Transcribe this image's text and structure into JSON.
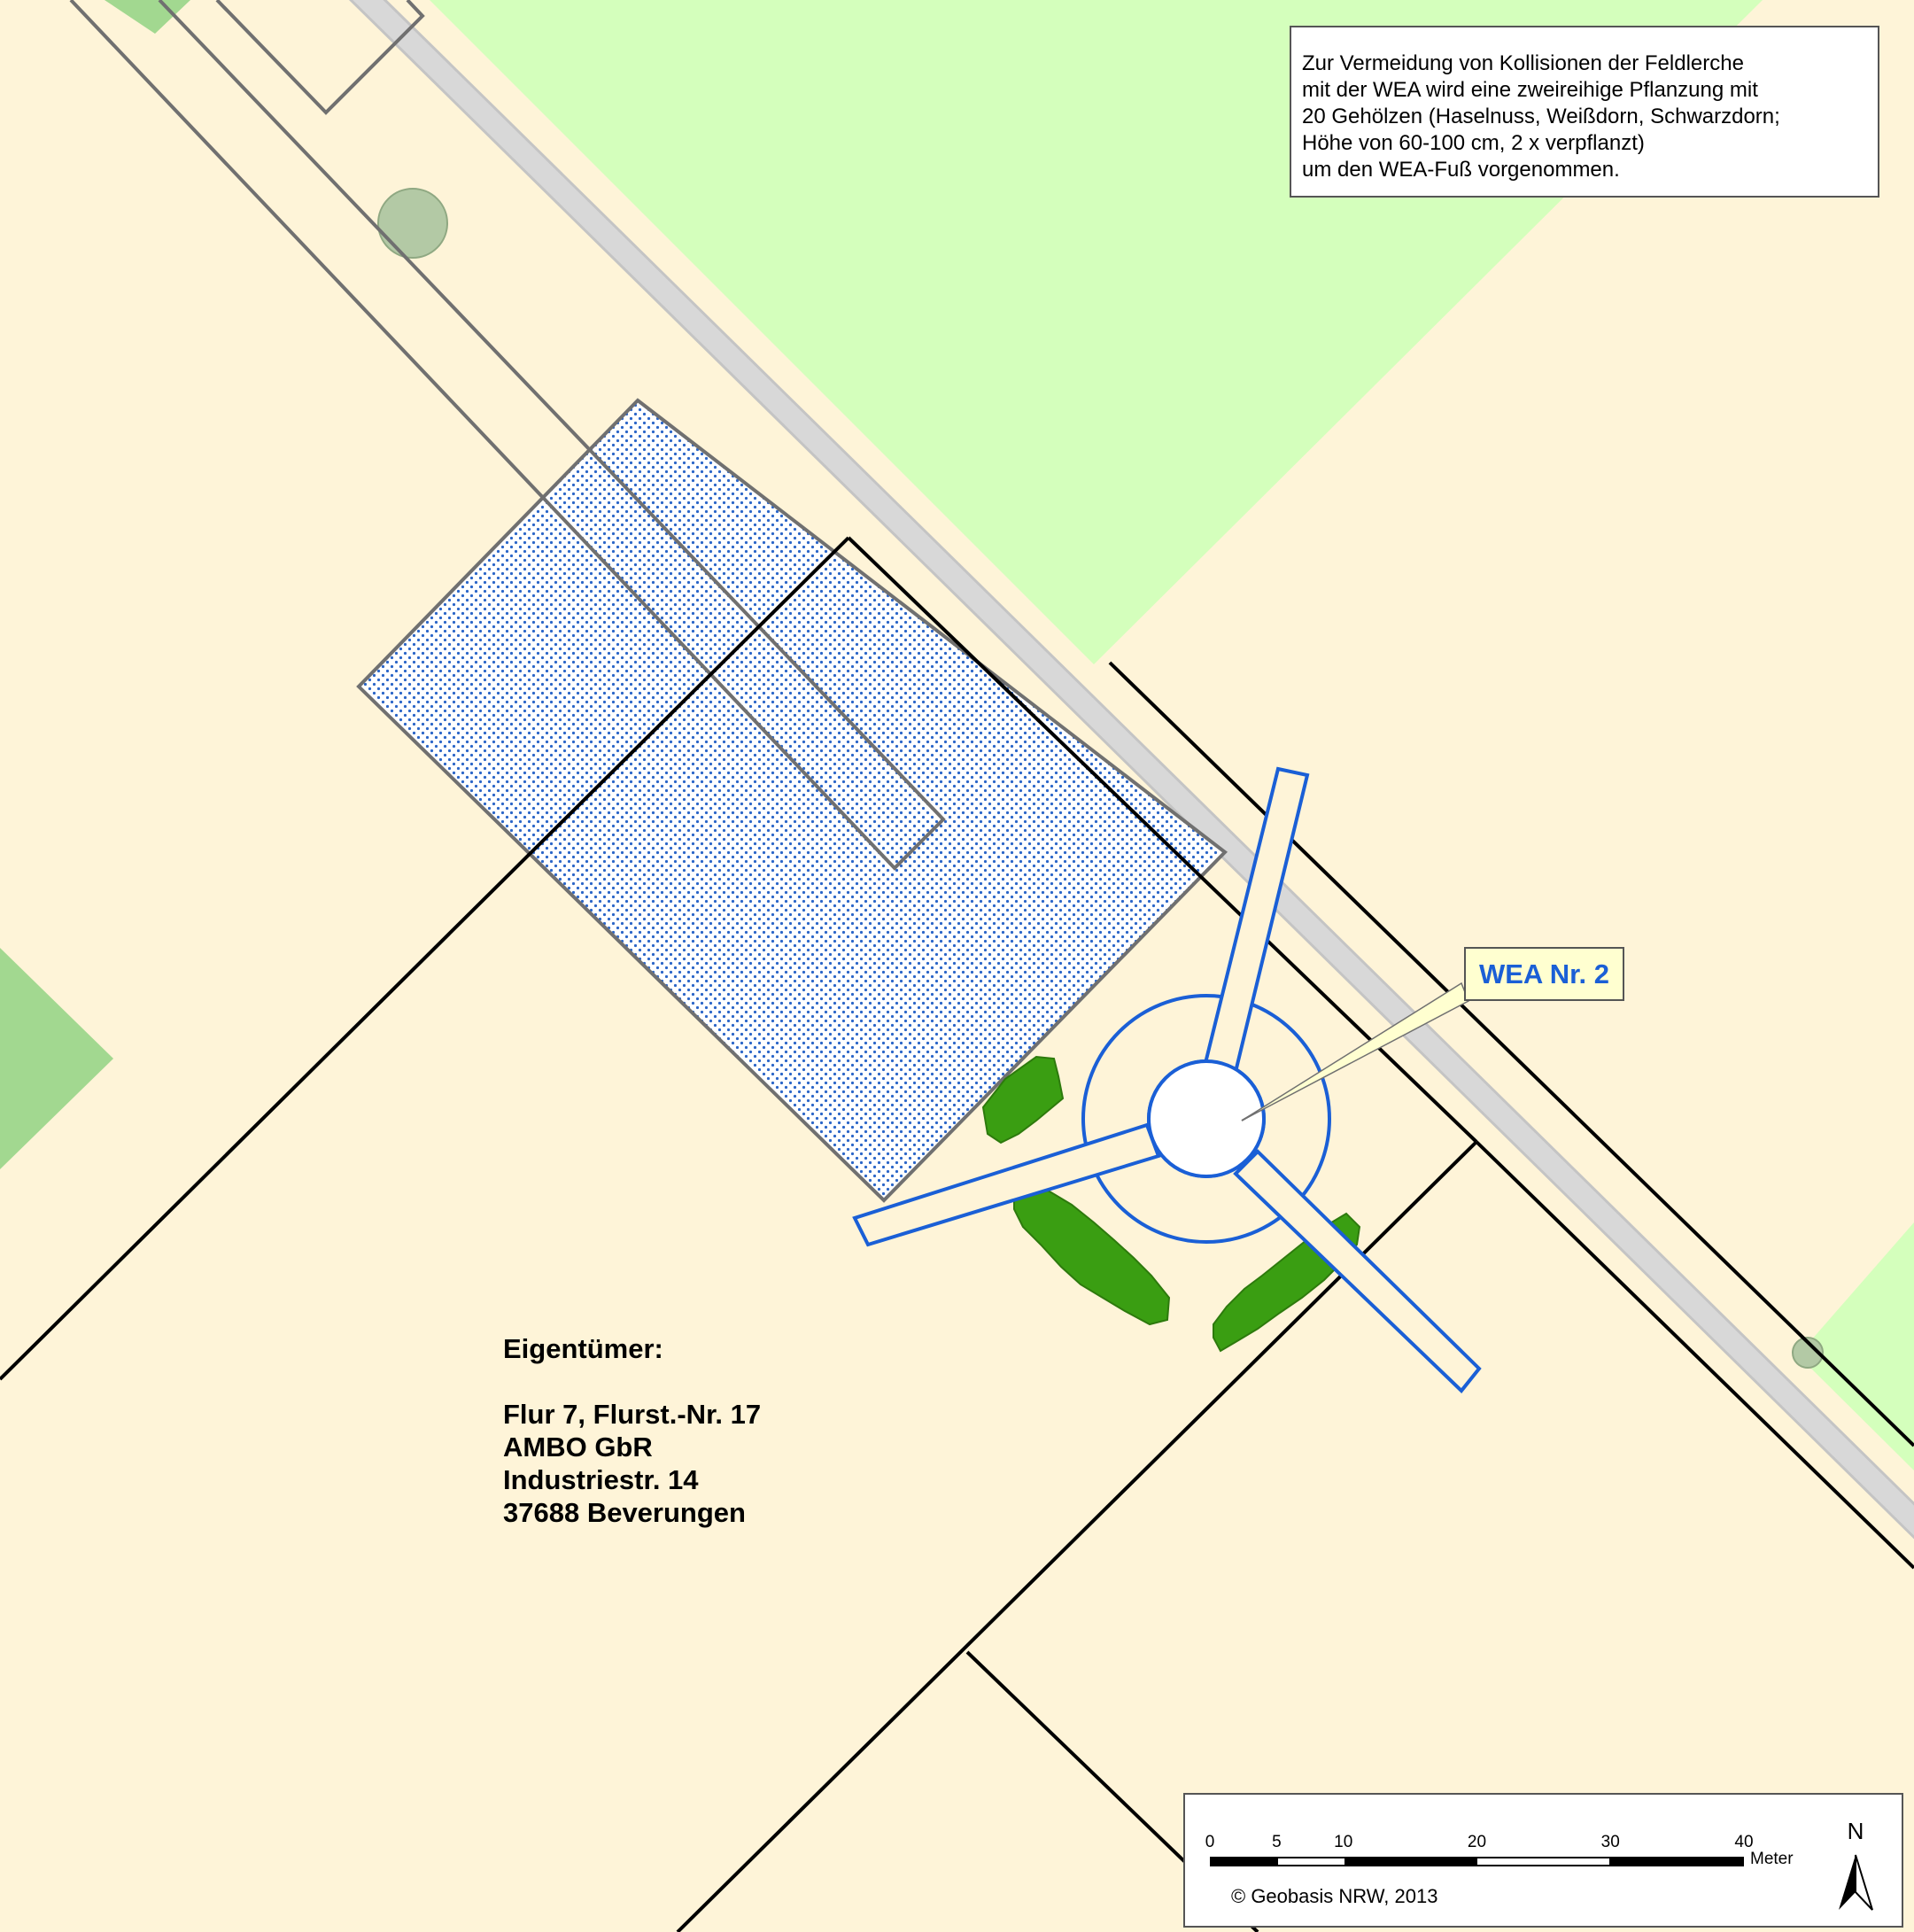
{
  "colors": {
    "field": "#fef4d8",
    "meadow": "#d4ffbc",
    "meadow_dark": "#a2d890",
    "road": "#d6d6d6",
    "road_edge": "#c4c4c4",
    "tree": "#b3c9a5",
    "hatch_dot": "#2b66c8",
    "gray_outline": "#707070",
    "parcel_line": "#000000",
    "wea_blue": "#1a5fd6",
    "shrub": "#3a9e12"
  },
  "info_box": {
    "lines": [
      "Zur Vermeidung von Kollisionen der Feldlerche",
      "mit der WEA wird eine zweireihige Pflanzung mit",
      "20 Gehölzen (Haselnuss, Weißdorn, Schwarzdorn;",
      "Höhe von 60-100 cm, 2 x verpflanzt)",
      "um den WEA-Fuß vorgenommen."
    ]
  },
  "wea_label": "WEA Nr. 2",
  "owner": {
    "heading": "Eigentümer:",
    "lines": [
      "Flur 7, Flurst.-Nr. 17",
      "AMBO GbR",
      "Industriestr. 14",
      "37688 Beverungen"
    ]
  },
  "legend": {
    "scale_ticks": [
      "0",
      "5",
      "10",
      "20",
      "30",
      "40"
    ],
    "scale_values": [
      0,
      5,
      10,
      20,
      30,
      40
    ],
    "scale_unit": "Meter",
    "copyright": "© Geobasis NRW, 2013",
    "north_letter": "N"
  },
  "icons": {
    "north_arrow": "north-arrow-icon",
    "wind_turbine": "wind-turbine-icon",
    "shrub": "shrub-icon",
    "tree": "tree-icon"
  }
}
